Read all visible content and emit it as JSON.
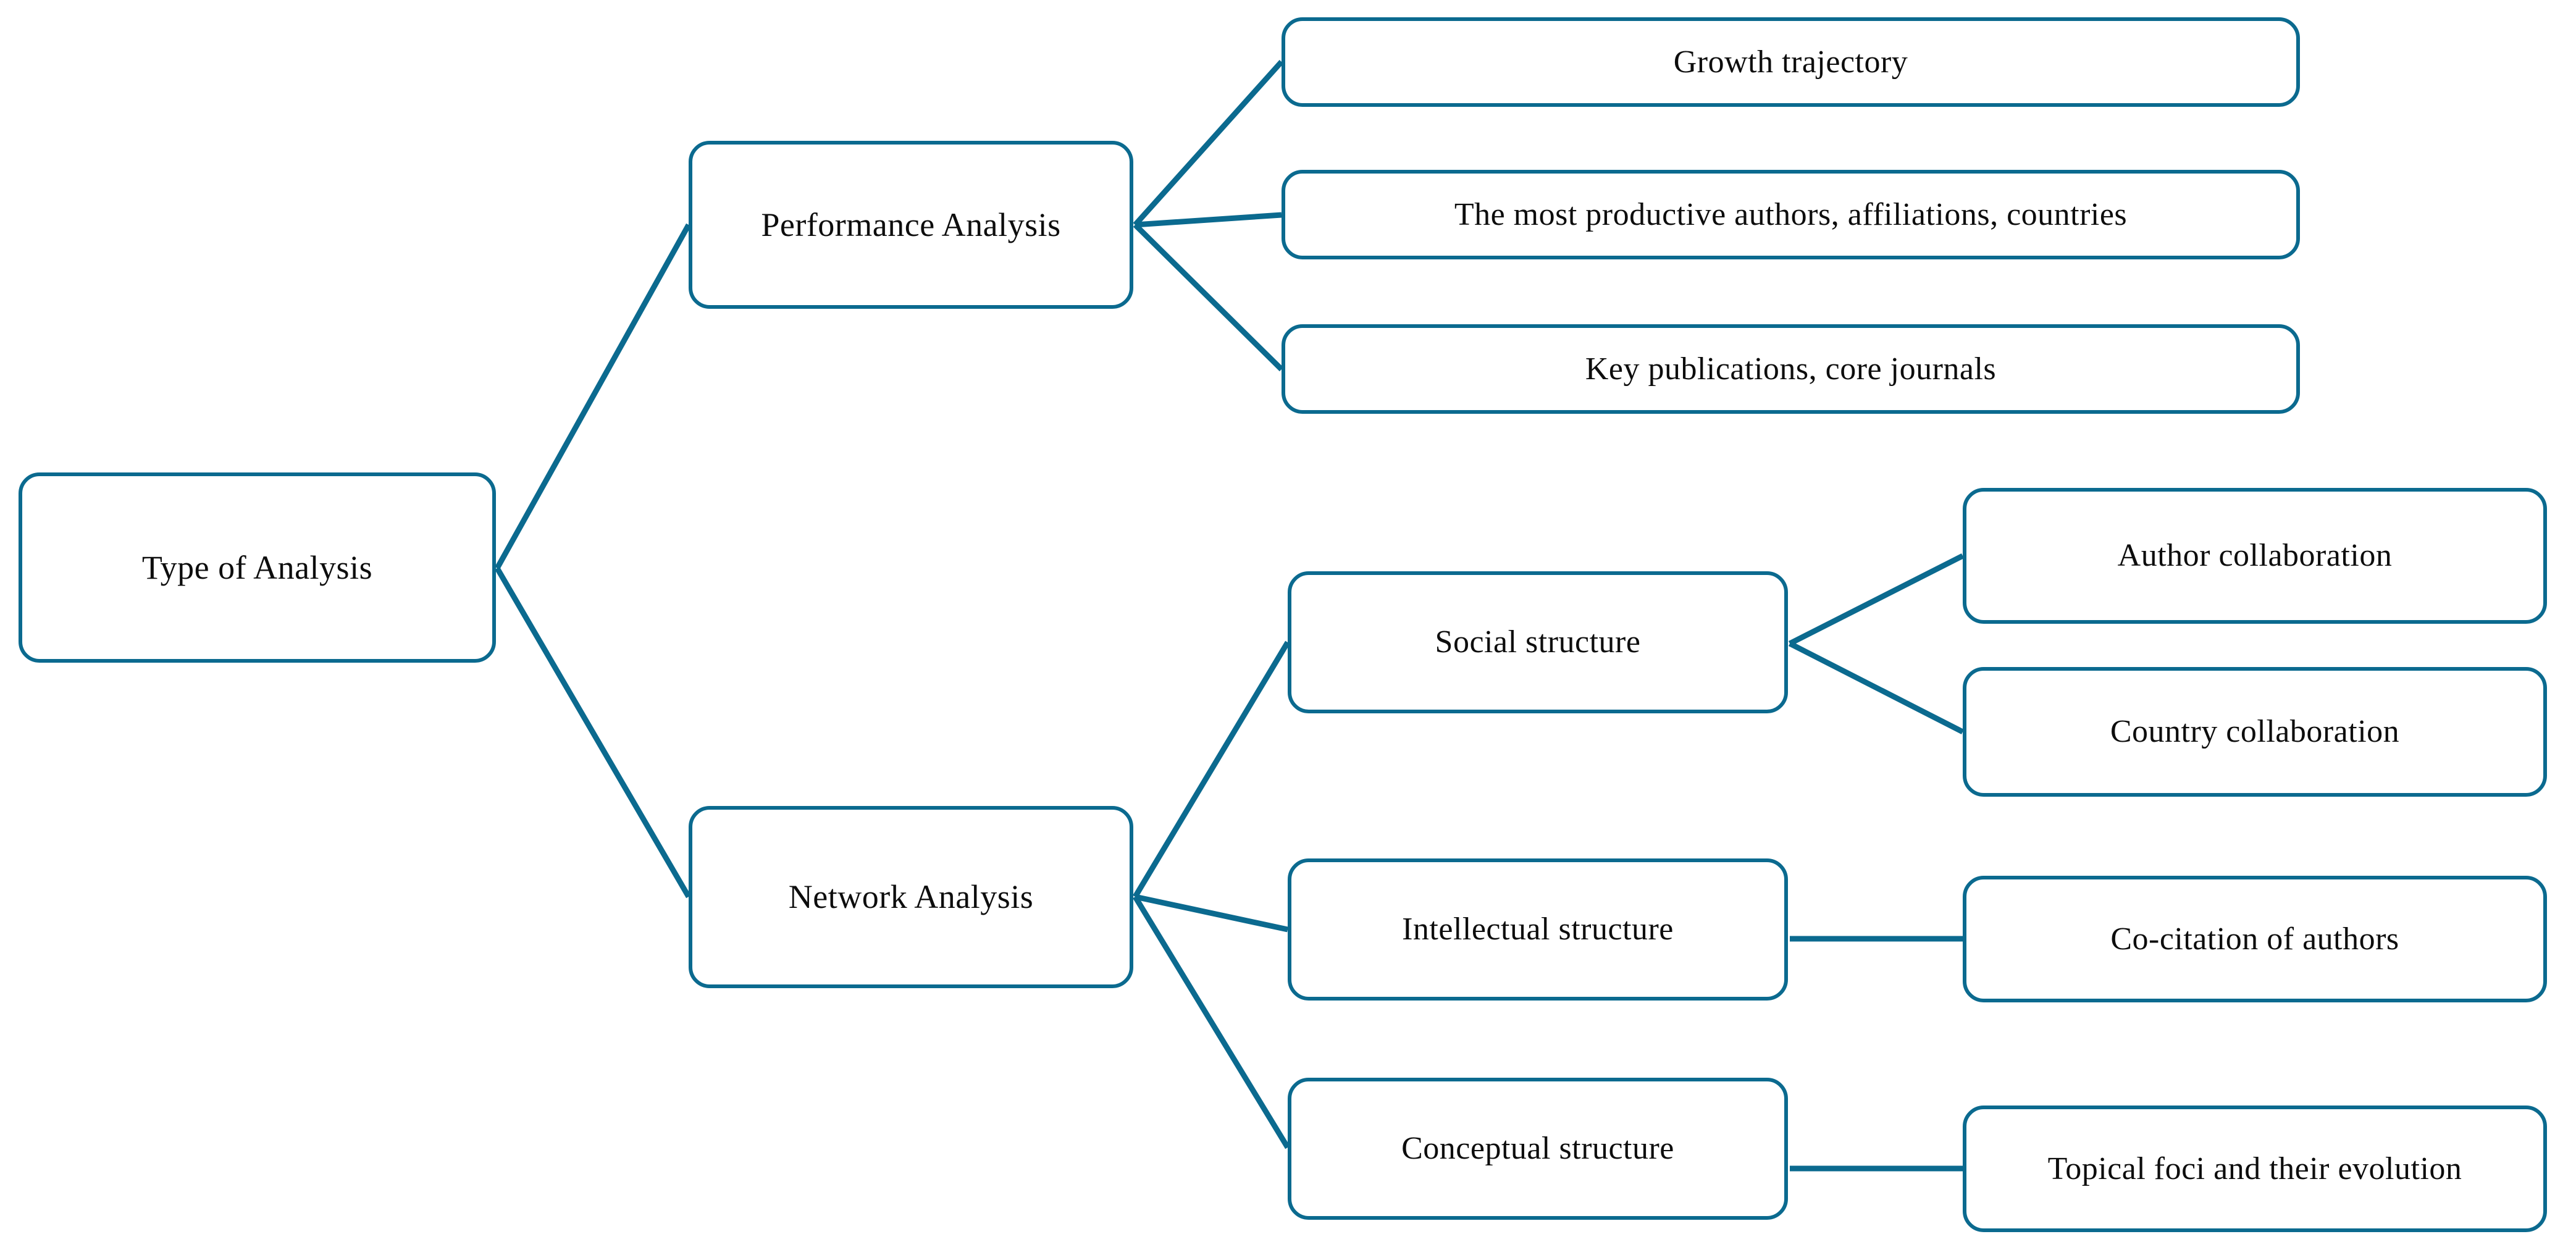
{
  "diagram": {
    "title": "Type of Analysis",
    "accent_color": "#0b6a8f",
    "background_color": "#ffffff",
    "text_color": "#0d0d0d",
    "nodes": {
      "root": "Type of Analysis",
      "performance_analysis": "Performance Analysis",
      "network_analysis": "Network Analysis",
      "growth_trajectory": "Growth trajectory",
      "most_productive": "The most productive authors, affiliations, countries",
      "key_publications": "Key publications, core journals",
      "social_structure": "Social structure",
      "intellectual_structure": "Intellectual structure",
      "conceptual_structure": "Conceptual structure",
      "author_collaboration": "Author collaboration",
      "country_collaboration": "Country collaboration",
      "co_citation_of_authors": "Co-citation of authors",
      "topical_foci": "Topical foci and their evolution"
    },
    "edges": [
      {
        "from": "root",
        "to": "performance_analysis"
      },
      {
        "from": "root",
        "to": "network_analysis"
      },
      {
        "from": "performance_analysis",
        "to": "growth_trajectory"
      },
      {
        "from": "performance_analysis",
        "to": "most_productive"
      },
      {
        "from": "performance_analysis",
        "to": "key_publications"
      },
      {
        "from": "network_analysis",
        "to": "social_structure"
      },
      {
        "from": "network_analysis",
        "to": "intellectual_structure"
      },
      {
        "from": "network_analysis",
        "to": "conceptual_structure"
      },
      {
        "from": "social_structure",
        "to": "author_collaboration"
      },
      {
        "from": "social_structure",
        "to": "country_collaboration"
      },
      {
        "from": "intellectual_structure",
        "to": "co_citation_of_authors"
      },
      {
        "from": "conceptual_structure",
        "to": "topical_foci"
      }
    ]
  }
}
